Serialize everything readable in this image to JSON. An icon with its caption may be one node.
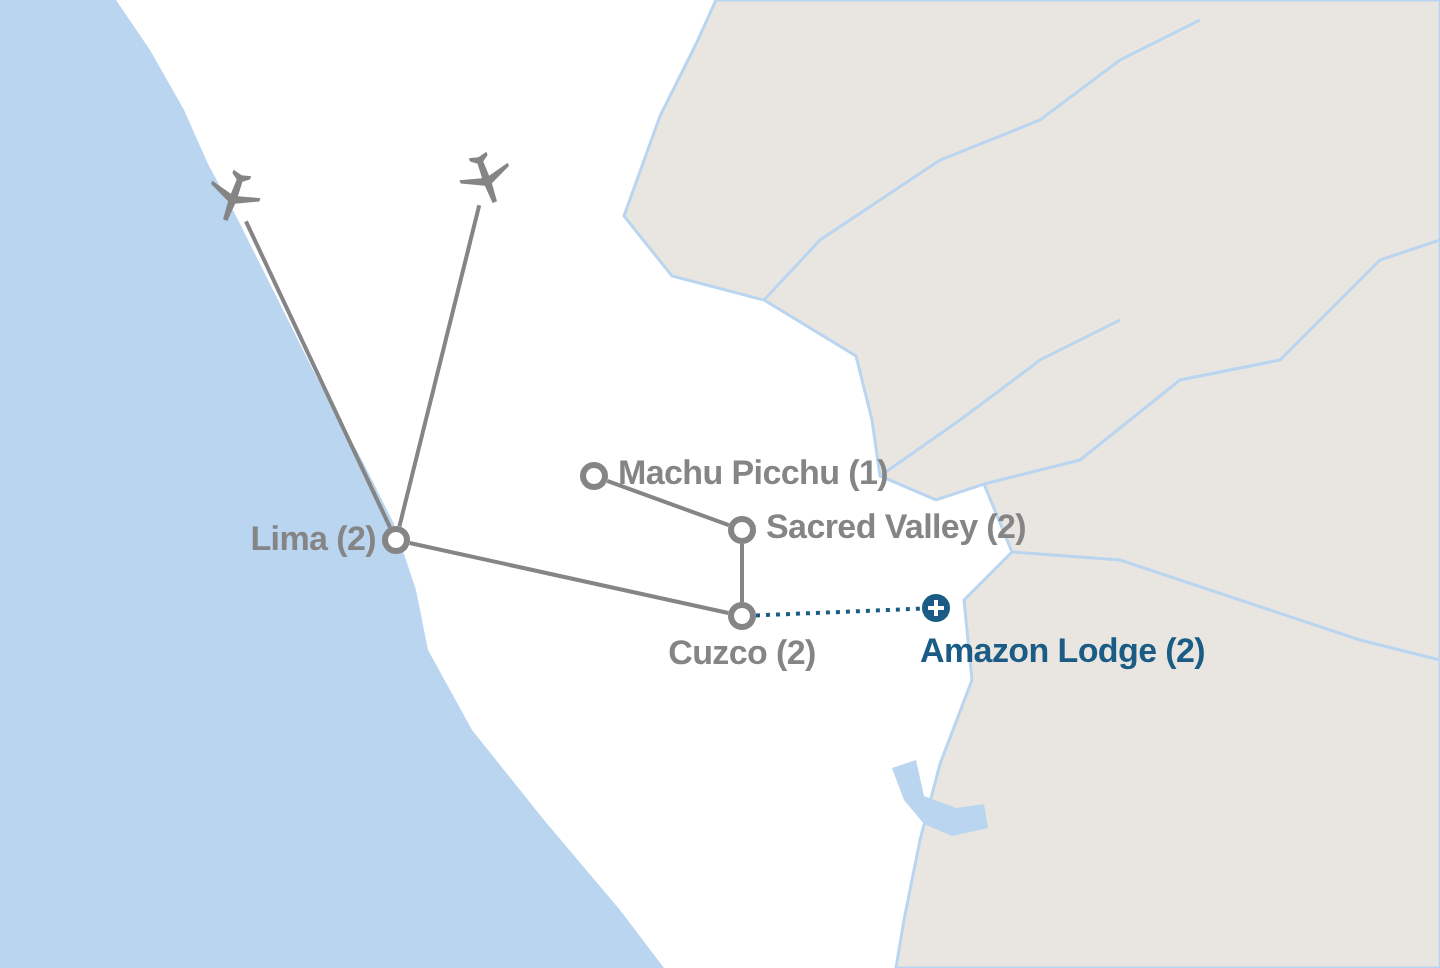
{
  "diagram": {
    "nodes": [
      {
        "text": [],
        "shape": "picture"
      },
      {
        "text": [],
        "shape": "picture"
      },
      {
        "text": [],
        "shape": "circle",
        "beside": [
          "Lima (2)"
        ]
      },
      {
        "text": [],
        "shape": "circle",
        "beside": [
          "Machu Picchu (1)"
        ]
      },
      {
        "text": [],
        "shape": "circle",
        "beside": [
          "Sacred Valley (2)"
        ]
      },
      {
        "text": [],
        "shape": "circle",
        "beside": [
          "Cuzco (2)"
        ]
      },
      {
        "text": [],
        "shape": "circle",
        "beside": [
          "Amazon Lodge (2)"
        ]
      }
    ],
    "edges": [
      {
        "from": 0,
        "to": 2,
        "arrow": "none"
      },
      {
        "from": 1,
        "to": 2,
        "arrow": "none"
      },
      {
        "from": 2,
        "to": 5,
        "arrow": "none"
      },
      {
        "from": 3,
        "to": 4,
        "arrow": "none"
      },
      {
        "from": 4,
        "to": 5,
        "arrow": "none"
      },
      {
        "from": 5,
        "to": 6,
        "arrow": "none",
        "style": "dashed",
        "color": "#1a5c85"
      }
    ]
  }
}
